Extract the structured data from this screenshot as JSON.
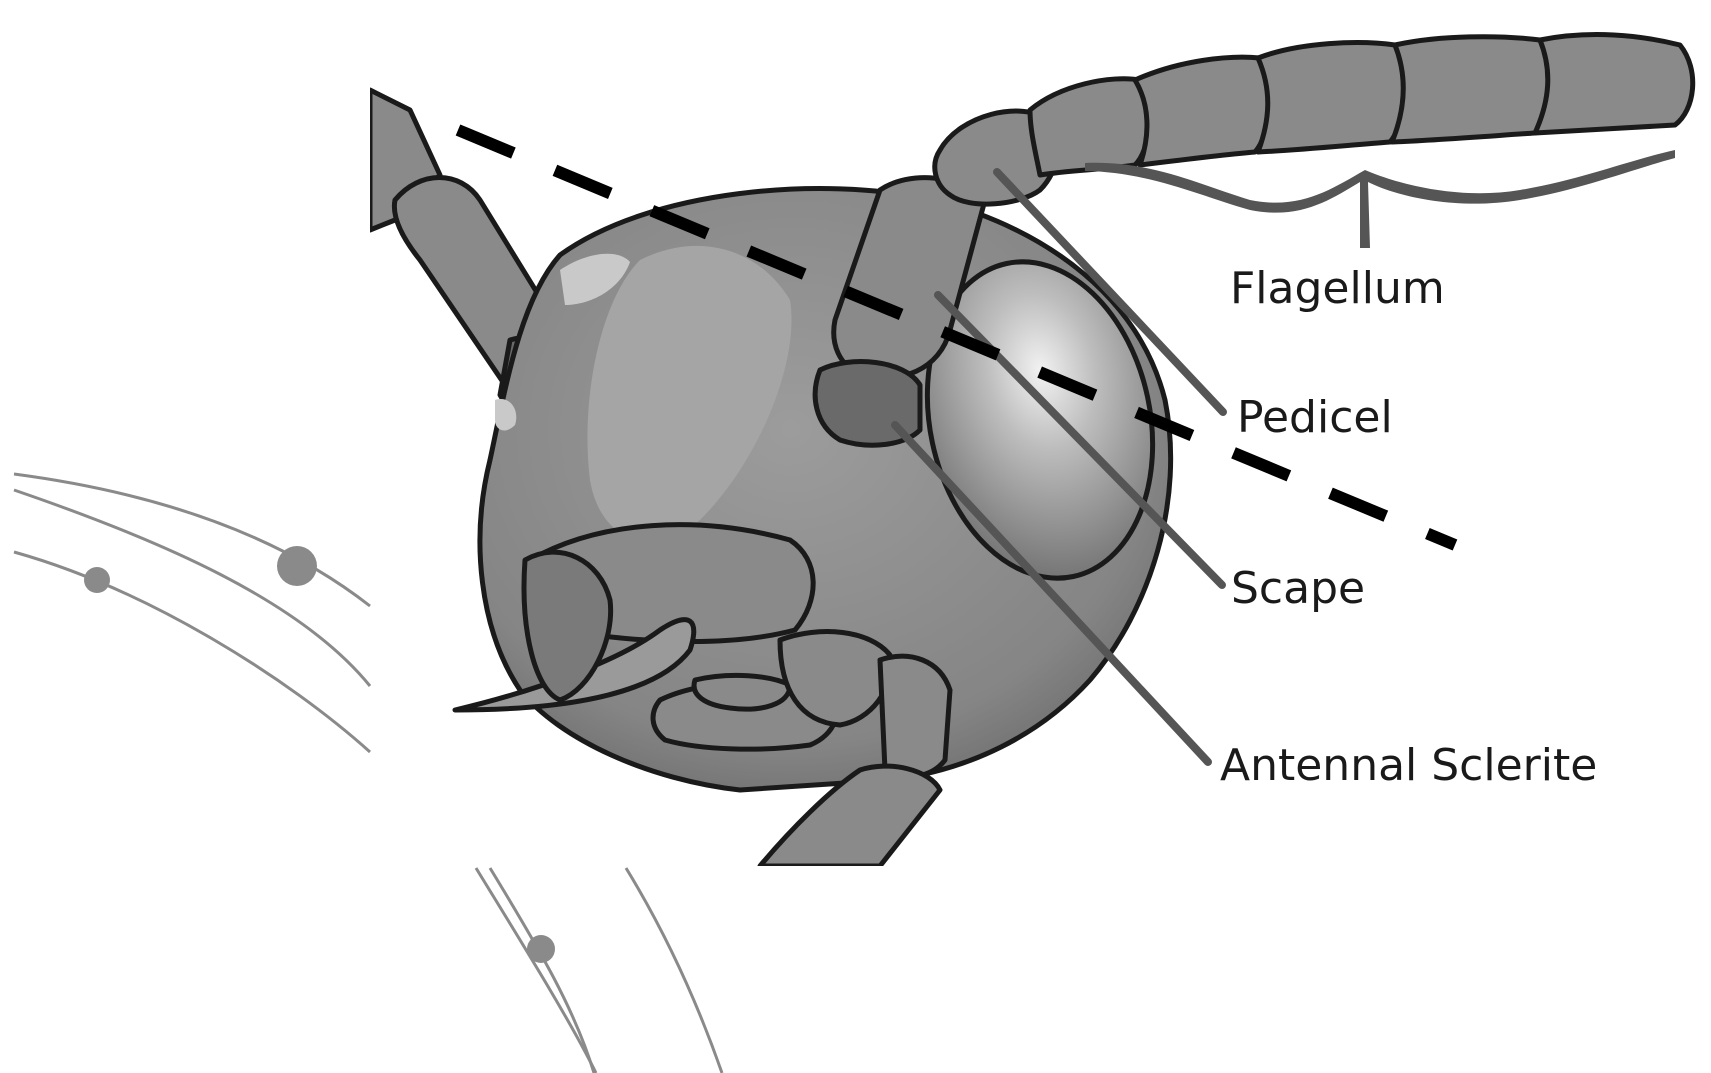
{
  "labels": {
    "flagellum": "Flagellum",
    "pedicel": "Pedicel",
    "scape": "Scape",
    "antennal_sclerite": "Antennal Sclerite"
  },
  "colors": {
    "background": "#ffffff",
    "head_fill": "#8a8a8a",
    "outline": "#1a1a1a",
    "leader_line": "#555555",
    "dashed_line": "#000000",
    "curve_line": "#8a8a8a"
  }
}
